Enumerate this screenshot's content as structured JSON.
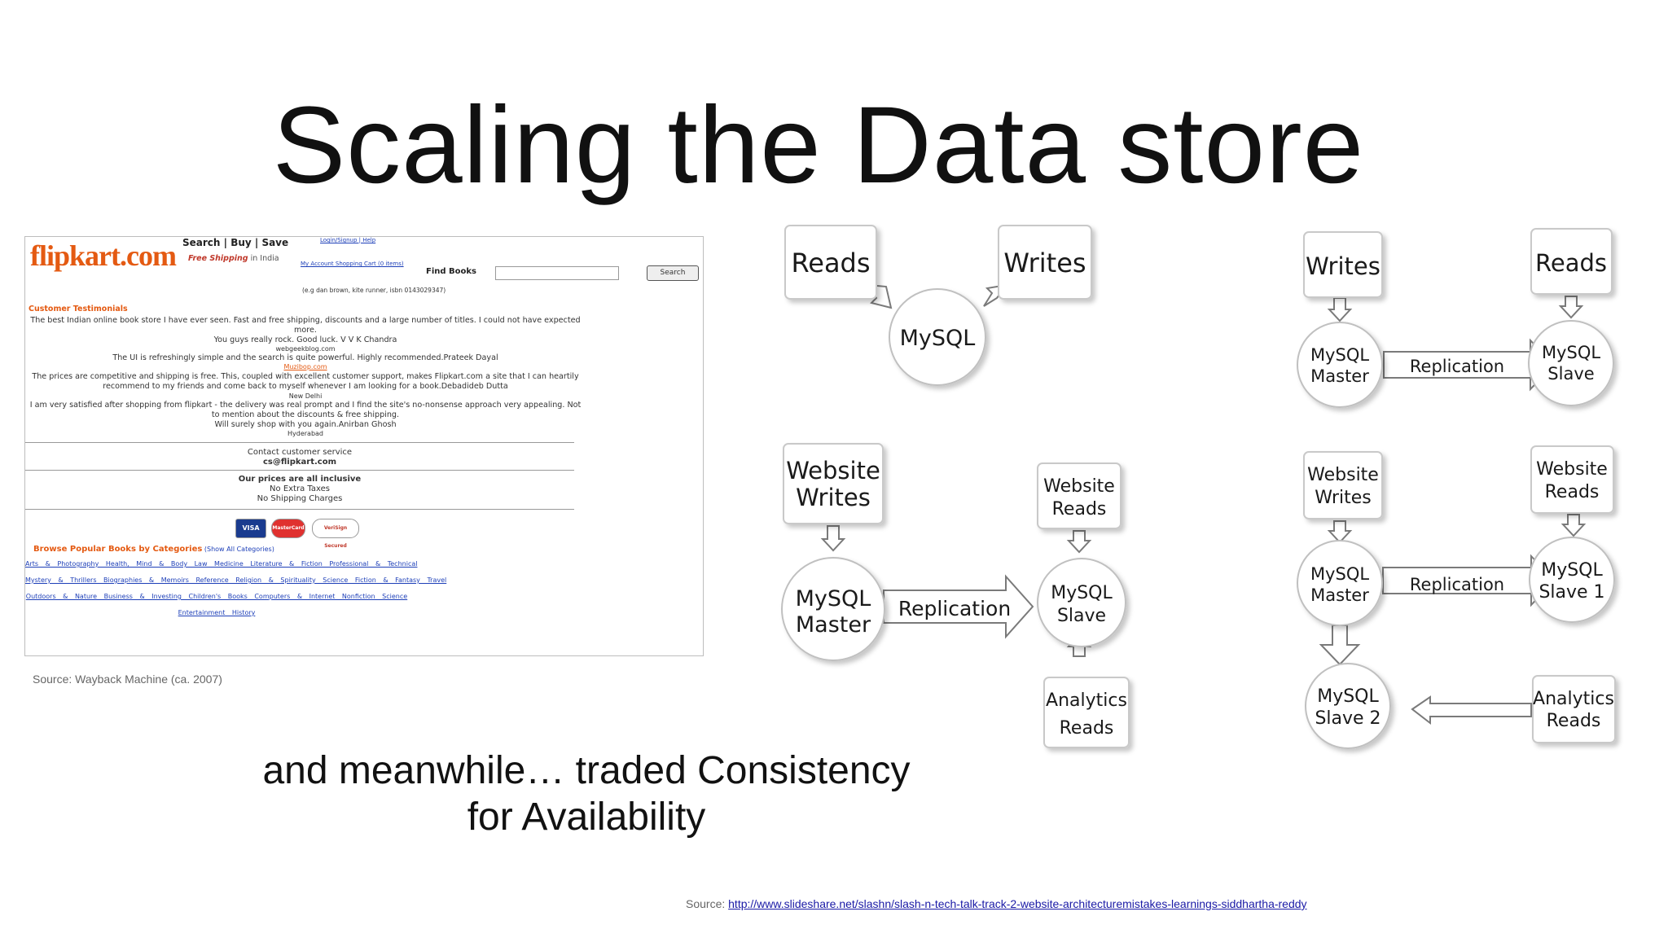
{
  "title": "Scaling the Data store",
  "caption": {
    "line1": "and meanwhile… traded Consistency",
    "line2": "for Availability"
  },
  "screenshot": {
    "source": "Source: Wayback Machine (ca. 2007)",
    "logo": "flipkart.com",
    "nav": "Search | Buy | Save",
    "tagline_main": "Free Shipping",
    "tagline_rest": " in India",
    "top_links": "Login/Signup  |  Help",
    "account_links": "My Account    Shopping Cart (0 items)",
    "find_books": "Find Books",
    "search_button": "Search",
    "search_hint": "(e.g dan brown, kite runner, isbn 0143029347)",
    "testimonials_heading": "Customer Testimonials",
    "testimonials": [
      "The best Indian online book store I have ever seen. Fast and free shipping, discounts and a large number of titles. I could not have expected more.",
      "You guys really rock. Good luck. V V K Chandra",
      "webgeekblog.com",
      "The UI is refreshingly simple and the search is quite powerful. Highly recommended.Prateek Dayal",
      "Muzibop.com",
      "The prices are competitive and shipping is free. This, coupled with excellent customer support, makes Flipkart.com a site that I can heartily recommend to my friends and come back to myself whenever I am looking for a book.Debadideb Dutta",
      "New Delhi",
      "I am very satisfied after shopping from flipkart - the delivery was real prompt and I find the site's no-nonsense approach very appealing. Not to mention about the discounts & free shipping.",
      "Will surely shop with you again.Anirban Ghosh",
      "Hyderabad"
    ],
    "contact_label": "Contact customer service",
    "contact_email": "cs@flipkart.com",
    "prices_heading": "Our prices are all inclusive",
    "prices_line1": "No Extra Taxes",
    "prices_line2": "No Shipping Charges",
    "card_visa": "VISA",
    "card_mc": "MasterCard",
    "card_verisign": "VeriSign Secured",
    "browse_heading": "Browse Popular Books by Categories",
    "browse_all": " (Show All Categories)",
    "categories_row1": "Arts & Photography  Health, Mind & Body  Law  Medicine  Literature & Fiction  Professional & Technical",
    "categories_row2": "Mystery & Thrillers  Biographies & Memoirs  Reference  Religion & Spirituality  Science Fiction & Fantasy  Travel",
    "categories_row3": "Outdoors & Nature  Business & Investing  Children's Books  Computers & Internet  Nonfiction  Science",
    "categories_row4": "Entertainment  History"
  },
  "diagrams": {
    "d1": {
      "reads": "Reads",
      "writes": "Writes",
      "db": "MySQL"
    },
    "d2": {
      "writes": "Writes",
      "reads": "Reads",
      "master_l1": "MySQL",
      "master_l2": "Master",
      "replication": "Replication",
      "slave_l1": "MySQL",
      "slave_l2": "Slave"
    },
    "d3": {
      "writes_l1": "Website",
      "writes_l2": "Writes",
      "reads_l1": "Website",
      "reads_l2": "Reads",
      "master_l1": "MySQL",
      "master_l2": "Master",
      "replication": "Replication",
      "slave_l1": "MySQL",
      "slave_l2": "Slave",
      "analytics_l1": "Analytics",
      "analytics_l2": "Reads"
    },
    "d4": {
      "writes_l1": "Website",
      "writes_l2": "Writes",
      "reads_l1": "Website",
      "reads_l2": "Reads",
      "master_l1": "MySQL",
      "master_l2": "Master",
      "replication": "Replication",
      "slave1_l1": "MySQL",
      "slave1_l2": "Slave 1",
      "slave2_l1": "MySQL",
      "slave2_l2": "Slave 2",
      "analytics_l1": "Analytics",
      "analytics_l2": "Reads"
    }
  },
  "footer": {
    "source_label": "Source: ",
    "source_url": "http://www.slideshare.net/slashn/slash-n-tech-talk-track-2-website-architecturemistakes-learnings-siddhartha-reddy"
  }
}
